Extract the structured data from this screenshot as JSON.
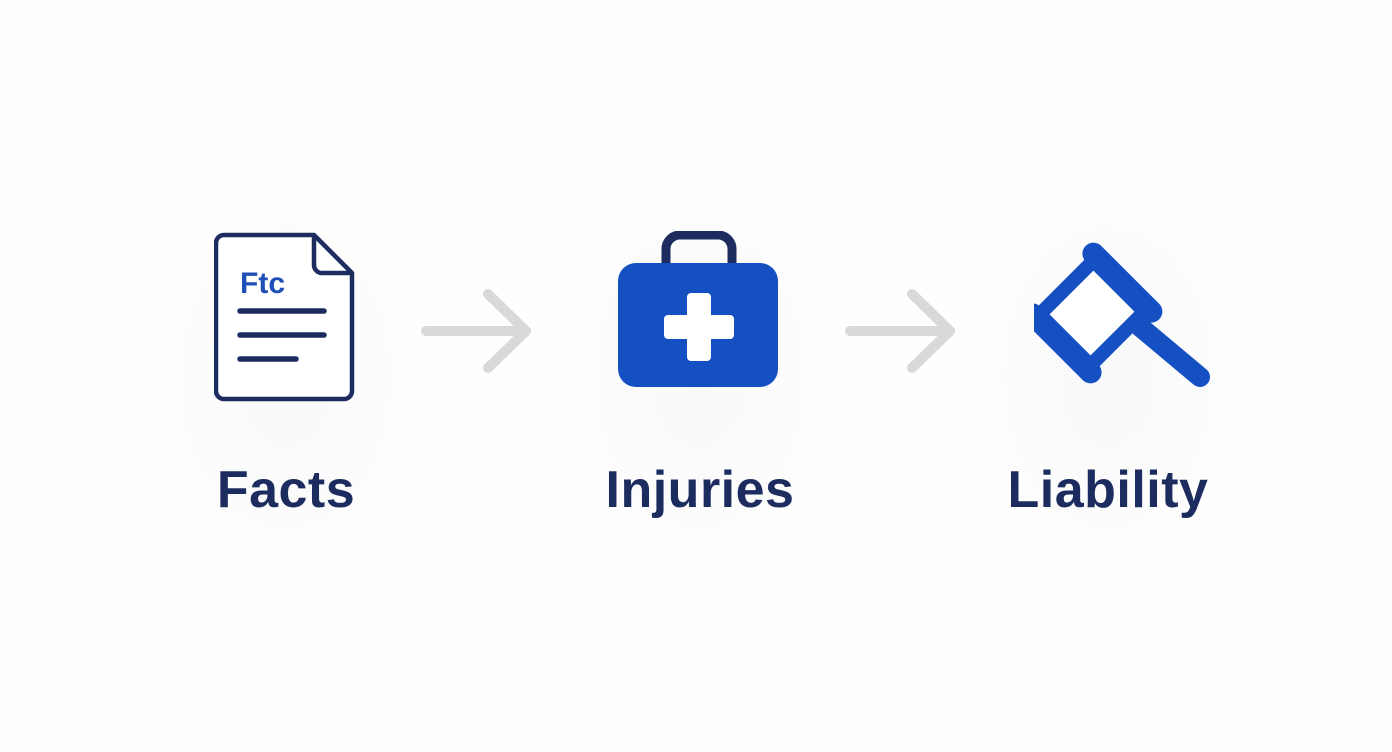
{
  "steps": [
    {
      "label": "Facts",
      "icon": "document-icon",
      "icon_text": "Ftc"
    },
    {
      "label": "Injuries",
      "icon": "medical-kit-icon"
    },
    {
      "label": "Liability",
      "icon": "gavel-icon"
    }
  ],
  "arrows": [
    "arrow-right-icon",
    "arrow-right-icon"
  ],
  "colors": {
    "navy": "#1c2c5e",
    "blue": "#1550c3",
    "arrow_gray": "#d9d9d9",
    "background": "#ffffff"
  }
}
